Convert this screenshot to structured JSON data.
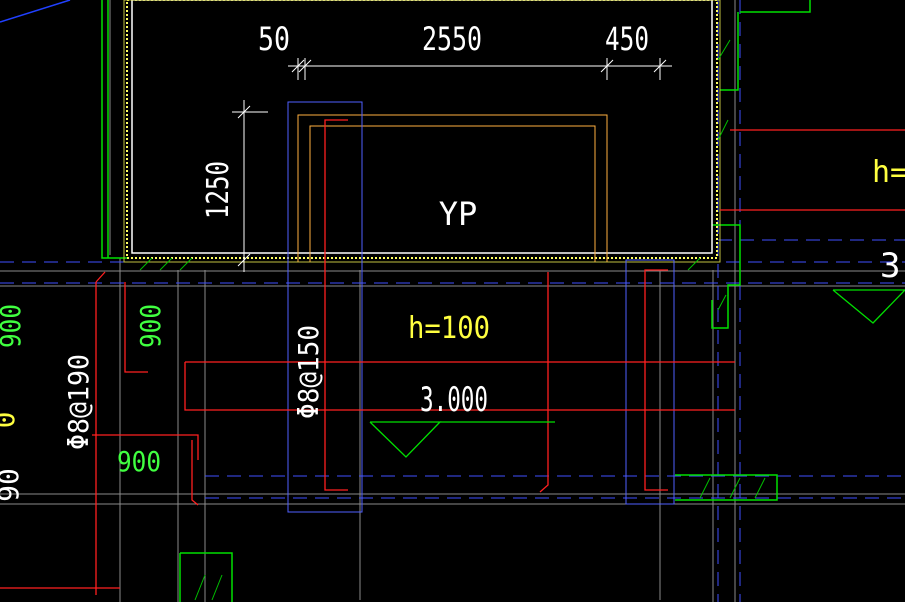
{
  "colors": {
    "background": "#000000",
    "white": "#ffffff",
    "yellow": "#ffff00",
    "green": "#00ff00",
    "red": "#ff2020",
    "blue": "#5060ff",
    "orange": "#ffb040",
    "gray": "#9a9a9a"
  },
  "dimensions": {
    "left": "50",
    "middle": "2550",
    "right": "450",
    "vertical": "1250"
  },
  "labels": {
    "yp": "YP",
    "h_main": "h=100",
    "h_right": "h=",
    "elevation_main": "3.000",
    "elevation_right": "3."
  },
  "rebar": {
    "center": "Φ8@150",
    "left": "Φ8@190"
  },
  "widths": {
    "a": "900",
    "b": "900",
    "c": "900",
    "d": "0",
    "e": "90"
  }
}
